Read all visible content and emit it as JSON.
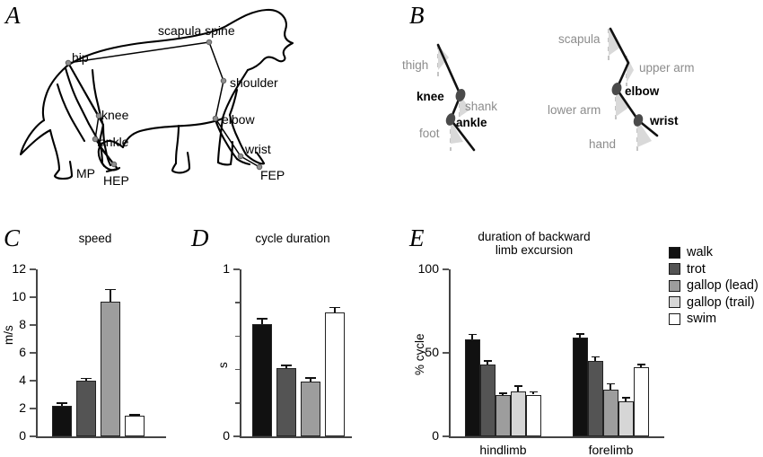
{
  "figure": {
    "panels": [
      {
        "letter": "A"
      },
      {
        "letter": "B"
      },
      {
        "letter": "C"
      },
      {
        "letter": "D"
      },
      {
        "letter": "E"
      }
    ]
  },
  "panelA": {
    "letter": "A",
    "caption": "dog skeleton landmark diagram, lateral view",
    "labels": [
      {
        "id": "scapula-spine",
        "text": "scapula spine"
      },
      {
        "id": "hip",
        "text": "hip"
      },
      {
        "id": "shoulder",
        "text": "shoulder"
      },
      {
        "id": "knee",
        "text": "knee"
      },
      {
        "id": "elbow",
        "text": "elbow"
      },
      {
        "id": "ankle",
        "text": "ankle"
      },
      {
        "id": "wrist",
        "text": "wrist"
      },
      {
        "id": "mp",
        "text": "MP"
      },
      {
        "id": "hep",
        "text": "HEP"
      },
      {
        "id": "fep",
        "text": "FEP"
      }
    ]
  },
  "panelB": {
    "letter": "B",
    "caption": "joint angle conventions for hindlimb and forelimb",
    "hindlimb": {
      "segment_labels": [
        {
          "id": "thigh",
          "text": "thigh"
        },
        {
          "id": "shank",
          "text": "shank"
        },
        {
          "id": "foot",
          "text": "foot"
        }
      ],
      "joint_labels": [
        {
          "id": "knee",
          "text": "knee"
        },
        {
          "id": "ankle",
          "text": "ankle"
        }
      ]
    },
    "forelimb": {
      "segment_labels": [
        {
          "id": "scapula",
          "text": "scapula"
        },
        {
          "id": "upper-arm",
          "text": "upper arm"
        },
        {
          "id": "lower-arm",
          "text": "lower arm"
        },
        {
          "id": "hand",
          "text": "hand"
        }
      ],
      "joint_labels": [
        {
          "id": "elbow",
          "text": "elbow"
        },
        {
          "id": "wrist",
          "text": "wrist"
        }
      ]
    }
  },
  "legend": {
    "items": [
      {
        "label": "walk",
        "color": "#111111"
      },
      {
        "label": "trot",
        "color": "#545454"
      },
      {
        "label": "gallop (lead)",
        "color": "#9d9d9d"
      },
      {
        "label": "gallop (trail)",
        "color": "#d6d6d6"
      },
      {
        "label": "swim",
        "color": "#ffffff"
      }
    ]
  },
  "chart_data": [
    {
      "id": "panelC",
      "panel_letter": "C",
      "type": "bar",
      "title": "speed",
      "xlabel": "",
      "ylabel": "m/s",
      "ylim": [
        0,
        12
      ],
      "yticks": [
        0,
        2,
        4,
        6,
        8,
        10,
        12
      ],
      "ytick_labels": [
        "0",
        "2",
        "4",
        "6",
        "8",
        "10",
        "12"
      ],
      "grid": false,
      "legend_position": "external-right",
      "categories": [
        "walk",
        "trot",
        "gallop (lead)",
        "swim"
      ],
      "values": [
        2.2,
        4.0,
        9.65,
        1.5
      ],
      "errors": [
        0.22,
        0.2,
        0.95,
        0.1
      ],
      "colors": [
        "#111111",
        "#545454",
        "#9d9d9d",
        "#ffffff"
      ]
    },
    {
      "id": "panelD",
      "panel_letter": "D",
      "type": "bar",
      "title": "cycle duration",
      "xlabel": "",
      "ylabel": "s",
      "ylim": [
        0,
        1
      ],
      "yticks": [
        0,
        0.2,
        0.4,
        0.6,
        0.8,
        1
      ],
      "ytick_labels": [
        "0",
        "",
        "",
        "",
        "",
        "1"
      ],
      "grid": false,
      "legend_position": "external-right",
      "categories": [
        "walk",
        "trot",
        "gallop (lead)",
        "swim"
      ],
      "values": [
        0.67,
        0.41,
        0.33,
        0.74
      ],
      "errors": [
        0.04,
        0.02,
        0.025,
        0.035
      ],
      "colors": [
        "#111111",
        "#545454",
        "#9d9d9d",
        "#ffffff"
      ]
    },
    {
      "id": "panelE",
      "panel_letter": "E",
      "type": "bar",
      "title": "duration of backward limb excursion",
      "title_lines": [
        "duration of backward",
        "limb excursion"
      ],
      "xlabel": "",
      "ylabel": "% cycle",
      "ylim": [
        0,
        100
      ],
      "yticks": [
        0,
        50,
        100
      ],
      "ytick_labels": [
        "0",
        "50",
        "100"
      ],
      "grid": false,
      "legend_position": "external-right",
      "categories": [
        "hindlimb",
        "forelimb"
      ],
      "series": [
        {
          "name": "walk",
          "color": "#111111",
          "values": [
            58,
            59
          ],
          "errors": [
            3.5,
            2.8
          ]
        },
        {
          "name": "trot",
          "color": "#545454",
          "values": [
            43,
            45
          ],
          "errors": [
            2.5,
            3.0
          ]
        },
        {
          "name": "gallop (lead)",
          "color": "#9d9d9d",
          "values": [
            24.5,
            28
          ],
          "errors": [
            1.8,
            3.8
          ]
        },
        {
          "name": "gallop (trail)",
          "color": "#d6d6d6",
          "values": [
            27,
            21
          ],
          "errors": [
            3.5,
            2.5
          ]
        },
        {
          "name": "swim",
          "color": "#ffffff",
          "values": [
            25,
            41.5
          ],
          "errors": [
            2.0,
            1.8
          ]
        }
      ]
    }
  ]
}
